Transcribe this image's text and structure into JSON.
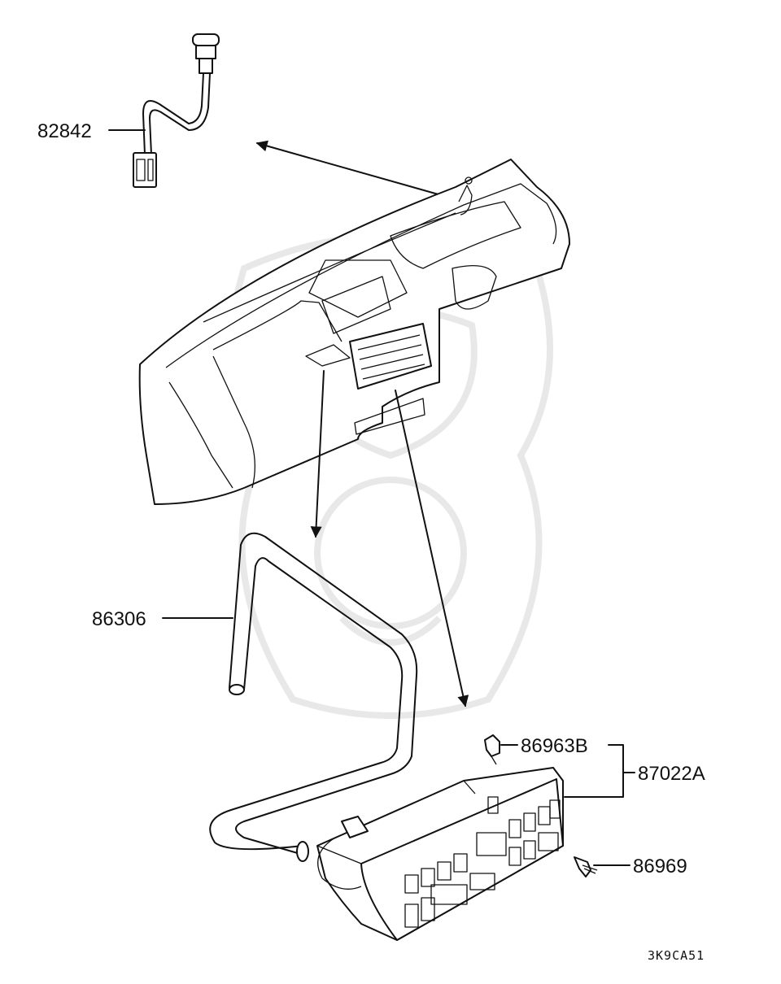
{
  "diagram": {
    "callouts": [
      {
        "id": "82842",
        "label": "82842"
      },
      {
        "id": "86306",
        "label": "86306"
      },
      {
        "id": "86963B",
        "label": "86963B"
      },
      {
        "id": "87022A",
        "label": "87022A"
      },
      {
        "id": "86969",
        "label": "86969"
      }
    ],
    "figure_code": "3K9CA51"
  }
}
